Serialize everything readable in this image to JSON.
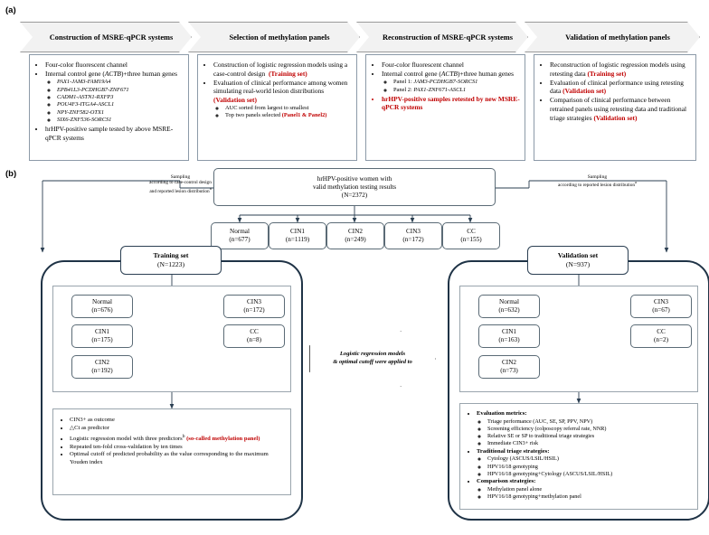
{
  "figure": {
    "panel_a_label": "(a)",
    "panel_b_label": "(b)"
  },
  "panel_a": {
    "stages": [
      {
        "header": "Construction of MSRE-qPCR systems",
        "bullets": [
          {
            "text": "Four-color fluorescent channel"
          },
          {
            "text": "Internal control gene (ACTB)+three human genes",
            "sub": [
              "PAX1-JAM3-FAM19A4",
              "EPB41L3-PCDHGB7-ZNF671",
              "CADM1-ASTN1-RXFP3",
              "POU4F3-ITGA4-ASCL1",
              "NPY-ZNF582-OTX1",
              "SIX6-ZNF536-SORCS1"
            ]
          },
          {
            "text": "hrHPV-positive sample tested by above MSRE-qPCR systems"
          }
        ]
      },
      {
        "header": "Selection of methylation panels",
        "bullets": [
          {
            "text": "Construction of logistic regression models using a case-control design",
            "tag": "(Training set)"
          },
          {
            "text": "Evaluation of clinical performance among women simulating real-world lesion distributions",
            "tag": "(Validation set)",
            "sub": [
              "AUC sorted from largest to smallest",
              "Top two panels selected (Panel1 & Panel2)"
            ]
          }
        ]
      },
      {
        "header": "Reconstruction of MSRE-qPCR systems",
        "bullets": [
          {
            "text": "Four-color fluorescent channel"
          },
          {
            "text": "Internal control gene (ACTB)+three human genes",
            "sub": [
              "Panel 1: JAM3-PCDHGB7-SORCS1",
              "Panel 2: PAX1-ZNF671-ASCL1"
            ]
          },
          {
            "text": "hrHPV-positive samples retested by new MSRE-qPCR systems",
            "red": true
          }
        ]
      },
      {
        "header": "Validation of methylation panels",
        "bullets": [
          {
            "text": "Reconstruction of logistic regression models using retesting data",
            "tag": "(Training set)"
          },
          {
            "text": "Evaluation of clinical performance using retesting data",
            "tag": "(Validation set)"
          },
          {
            "text": "Comparison of clinical performance between retrained panels using retesting data and traditional triage strategies",
            "tag": "(Validation set)"
          }
        ]
      }
    ]
  },
  "panel_b": {
    "source": {
      "line1": "hrHPV-positive women with",
      "line2": "valid methylation testing results",
      "line3": "(N=2372)"
    },
    "lesion_groups": [
      {
        "label": "Normal",
        "n": "(n=677)"
      },
      {
        "label": "CIN1",
        "n": "(n=1119)"
      },
      {
        "label": "CIN2",
        "n": "(n=249)"
      },
      {
        "label": "CIN3",
        "n": "(n=172)"
      },
      {
        "label": "CC",
        "n": "(n=155)"
      }
    ],
    "sampling_left": {
      "title": "Sampling",
      "line1": "according to case-control design",
      "line2": "and reported lesion distribution",
      "sup": "a"
    },
    "sampling_right": {
      "title": "Sampling",
      "line1": "according to reported lesion distribution",
      "sup": "a"
    },
    "training": {
      "title": "Training set",
      "n": "(N=1223)",
      "groups": [
        {
          "label": "Normal",
          "n": "(n=676)"
        },
        {
          "label": "CIN1",
          "n": "(n=175)"
        },
        {
          "label": "CIN2",
          "n": "(n=192)"
        },
        {
          "label": "CIN3",
          "n": "(n=172)"
        },
        {
          "label": "CC",
          "n": "(n=8)"
        }
      ],
      "methods": [
        {
          "text": "CIN3+ as outcome"
        },
        {
          "text": "△Ct as predictor"
        },
        {
          "text": "Logistic regression model with three predictors",
          "sup": "b",
          "tag": "(so-called methylation panel)"
        },
        {
          "text": "Repeated ten-fold cross-validation by ten times"
        },
        {
          "text": "Optimal cutoff of predicted probability as the value corresponding to the maximum Youden index"
        }
      ]
    },
    "transfer_arrow": {
      "line1": "Logistic regression models",
      "line2": "& optimal cutoff were applied to"
    },
    "validation": {
      "title": "Validation set",
      "n": "(N=937)",
      "groups": [
        {
          "label": "Normal",
          "n": "(n=632)"
        },
        {
          "label": "CIN1",
          "n": "(n=163)"
        },
        {
          "label": "CIN2",
          "n": "(n=73)"
        },
        {
          "label": "CIN3",
          "n": "(n=67)"
        },
        {
          "label": "CC",
          "n": "(n=2)"
        }
      ],
      "analysis": [
        {
          "head": "Evaluation metrics:",
          "items": [
            "Triage performance (AUC, SE, SP, PPV, NPV)",
            "Screening efficiency (colposcopy referral rate, NNR)",
            "Relative SE or SP to traditional triage strategies",
            "Immediate CIN3+ risk"
          ]
        },
        {
          "head": "Traditional triage strategies:",
          "items": [
            "Cytology (ASCUS/LSIL/HSIL)",
            "HPV16/18 genotyping",
            "HPV16/18 genotyping+Cytology (ASCUS/LSIL/HSIL)"
          ]
        },
        {
          "head": "Comparison strategies:",
          "items": [
            "Methylation panel alone",
            "HPV16/18 genotyping+methylation panel"
          ]
        }
      ]
    }
  },
  "colors": {
    "accent_red": "#c00000",
    "chevron_fill": "#f2f2f2",
    "box_border": "#5b6b76",
    "outer_border": "#1f3346"
  }
}
